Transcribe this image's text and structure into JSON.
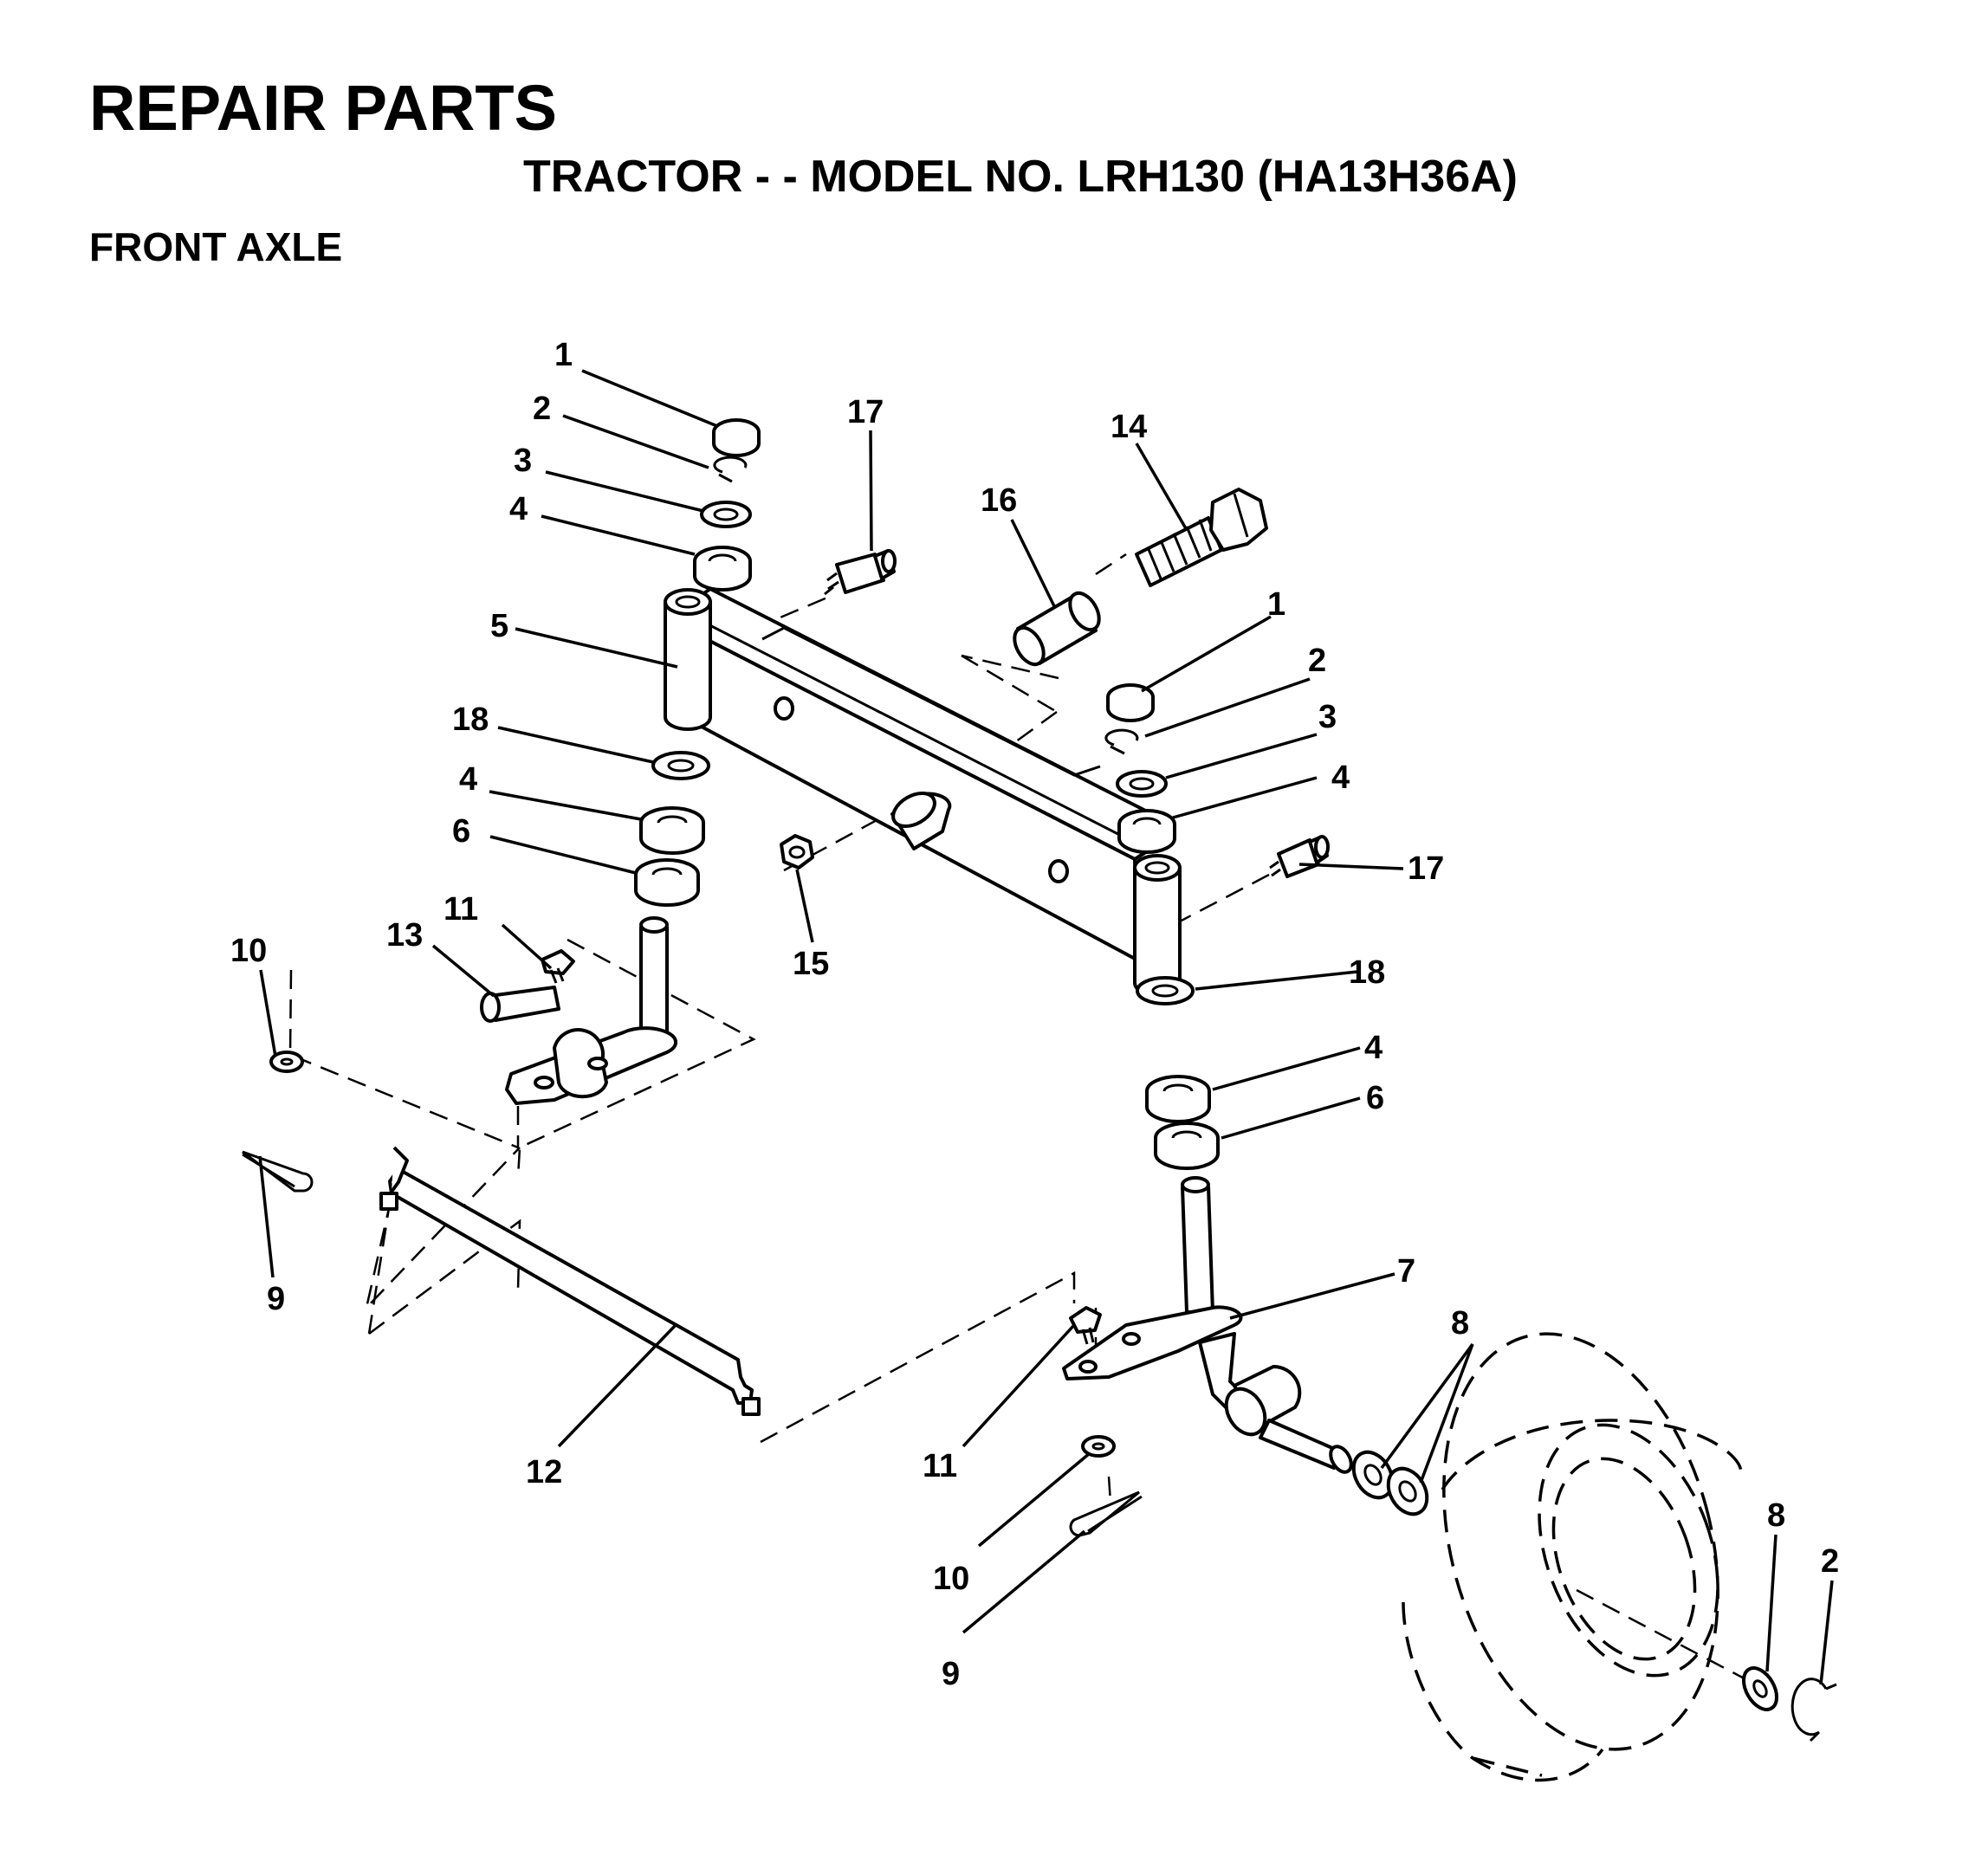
{
  "header": {
    "title": "REPAIR PARTS",
    "subtitle": "TRACTOR - - MODEL NO. LRH130 (HA13H36A)",
    "section": "FRONT AXLE"
  },
  "callouts": [
    {
      "id": "c1a",
      "label": "1"
    },
    {
      "id": "c2a",
      "label": "2"
    },
    {
      "id": "c3a",
      "label": "3"
    },
    {
      "id": "c4a",
      "label": "4"
    },
    {
      "id": "c17a",
      "label": "17"
    },
    {
      "id": "c14",
      "label": "14"
    },
    {
      "id": "c16",
      "label": "16"
    },
    {
      "id": "c5",
      "label": "5"
    },
    {
      "id": "c1b",
      "label": "1"
    },
    {
      "id": "c2b",
      "label": "2"
    },
    {
      "id": "c3b",
      "label": "3"
    },
    {
      "id": "c4b",
      "label": "4"
    },
    {
      "id": "c18a",
      "label": "18"
    },
    {
      "id": "c4c",
      "label": "4"
    },
    {
      "id": "c6a",
      "label": "6"
    },
    {
      "id": "c17b",
      "label": "17"
    },
    {
      "id": "c15",
      "label": "15"
    },
    {
      "id": "c11a",
      "label": "11"
    },
    {
      "id": "c13",
      "label": "13"
    },
    {
      "id": "c10a",
      "label": "10"
    },
    {
      "id": "c18b",
      "label": "18"
    },
    {
      "id": "c4d",
      "label": "4"
    },
    {
      "id": "c6b",
      "label": "6"
    },
    {
      "id": "c9a",
      "label": "9"
    },
    {
      "id": "c7",
      "label": "7"
    },
    {
      "id": "c8a",
      "label": "8"
    },
    {
      "id": "c11b",
      "label": "11"
    },
    {
      "id": "c12",
      "label": "12"
    },
    {
      "id": "c10b",
      "label": "10"
    },
    {
      "id": "c8b",
      "label": "8"
    },
    {
      "id": "c2c",
      "label": "2"
    },
    {
      "id": "c9b",
      "label": "9"
    }
  ]
}
